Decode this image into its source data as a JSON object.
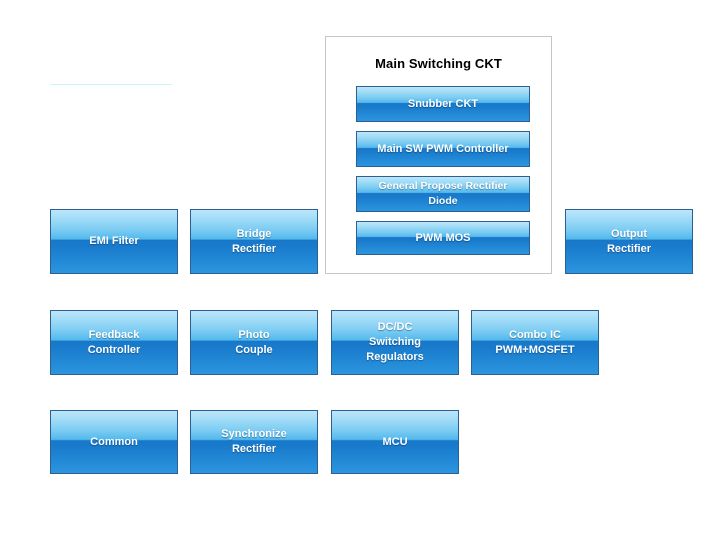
{
  "diagram": {
    "title_visible": false,
    "background": "#ffffff",
    "accent_block_top": "#bde6fa",
    "accent_block_bottom": "#2d95de",
    "block_border": "#2c5f92",
    "block_text": "#ffffff",
    "group_border": "#c6c6c6",
    "rule_color": "#c9f7f9"
  },
  "rule": {
    "label": "horizontal-rule"
  },
  "group": {
    "title": "Main Switching CKT",
    "blocks": [
      {
        "lines": [
          "Snubber CKT"
        ]
      },
      {
        "lines": [
          "Main SW PWM Controller"
        ]
      },
      {
        "lines": [
          "General Propose Rectifier",
          "Diode"
        ]
      },
      {
        "lines": [
          "PWM MOS"
        ]
      }
    ]
  },
  "rows": [
    {
      "name": "row-input-stage",
      "blocks": [
        {
          "name": "emi-filter",
          "lines": [
            "EMI Filter"
          ]
        },
        {
          "name": "bridge-rectifier",
          "lines": [
            "Bridge",
            "Rectifier"
          ]
        },
        {
          "name": "output-rectifier",
          "lines": [
            "Output",
            "Rectifier"
          ]
        }
      ]
    },
    {
      "name": "row-control-stage",
      "blocks": [
        {
          "name": "feedback-controller",
          "lines": [
            "Feedback",
            "Controller"
          ]
        },
        {
          "name": "photo-couple",
          "lines": [
            "Photo",
            "Couple"
          ]
        },
        {
          "name": "dcdc-switching-regulators",
          "lines": [
            "DC/DC",
            "Switching",
            "Regulators"
          ]
        },
        {
          "name": "combo-ic",
          "lines": [
            "Combo IC",
            "PWM+MOSFET"
          ]
        }
      ]
    },
    {
      "name": "row-misc-stage",
      "blocks": [
        {
          "name": "common",
          "lines": [
            "Common"
          ]
        },
        {
          "name": "synchronize-rectifier",
          "lines": [
            "Synchronize",
            "Rectifier"
          ]
        },
        {
          "name": "mcu",
          "lines": [
            "MCU"
          ]
        }
      ]
    }
  ]
}
